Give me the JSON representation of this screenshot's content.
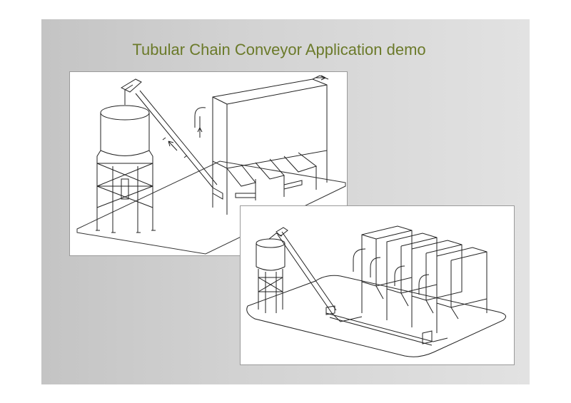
{
  "slide": {
    "title": "Tubular Chain Conveyor Application demo",
    "title_color": "#6b7a2a"
  },
  "figures": [
    {
      "name": "silo-dust-collector-conveyor-drawing"
    },
    {
      "name": "multi-collector-conveyor-drawing"
    }
  ]
}
